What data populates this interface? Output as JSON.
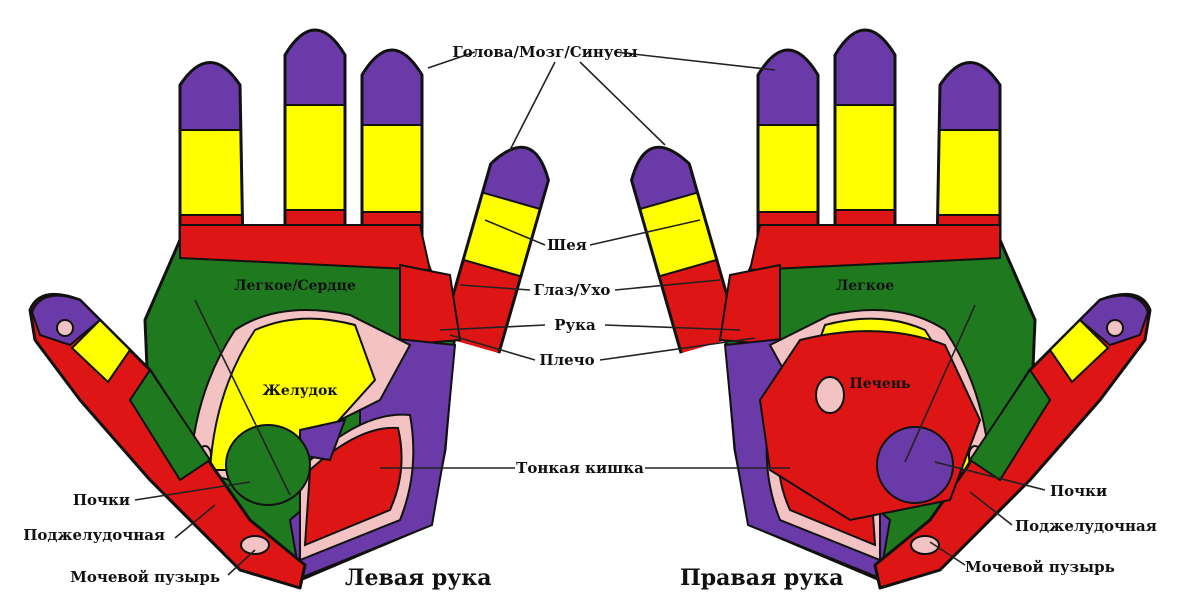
{
  "colors": {
    "head": "#6a3aa8",
    "neck": "#ffff00",
    "red": "#dd1515",
    "green": "#1f7a1f",
    "pink": "#f3c2c2"
  },
  "labels": {
    "head": "Голова/Мозг/Синусы",
    "neck": "Шея",
    "eye_ear": "Глаз/Ухо",
    "arm": "Рука",
    "shoulder": "Плечо",
    "small_intestine": "Тонкая кишка",
    "lung_heart": "Легкое/Сердце",
    "stomach": "Желудок",
    "lung": "Легкое",
    "liver": "Печень",
    "kidneys_left": "Почки",
    "kidneys_right": "Почки",
    "pancreas_left": "Поджелудочная",
    "pancreas_right": "Поджелудочная",
    "bladder_left": "Мочевой пузырь",
    "bladder_right": "Мочевой пузырь",
    "left_hand": "Левая рука",
    "right_hand": "Правая рука"
  }
}
